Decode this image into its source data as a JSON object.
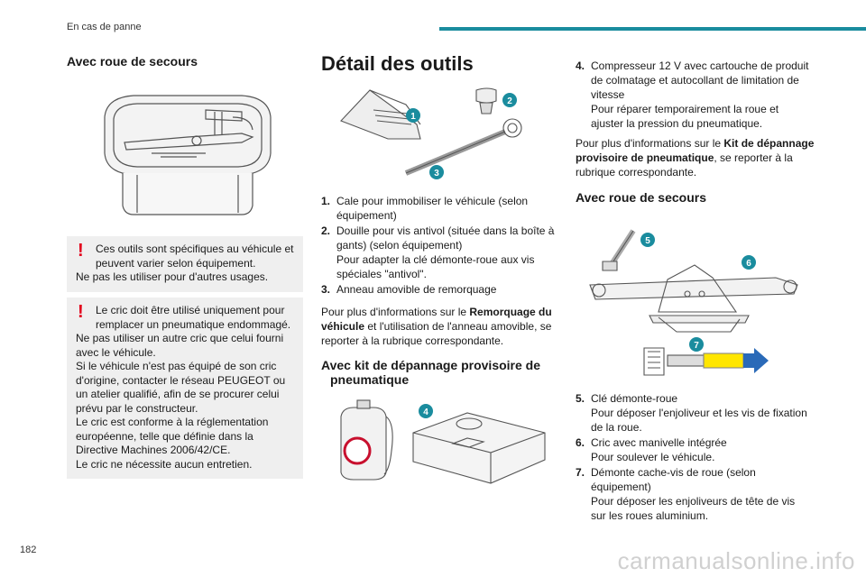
{
  "header": {
    "section": "En cas de panne"
  },
  "page_number": "182",
  "watermark": "carmanualsonline.info",
  "left": {
    "heading": "Avec roue de secours",
    "warning1": {
      "line1": "Ces outils sont spécifiques au véhicule et",
      "line2": "peuvent varier selon équipement.",
      "line3": "Ne pas les utiliser pour d'autres usages."
    },
    "warning2": {
      "lines": [
        "Le cric doit être utilisé uniquement pour",
        "remplacer un pneumatique endommagé.",
        "Ne pas utiliser un autre cric que celui fourni",
        "avec le véhicule.",
        "Si le véhicule n'est pas équipé de son cric",
        "d'origine, contacter le réseau PEUGEOT ou",
        "un atelier qualifié, afin de se procurer celui",
        "prévu par le constructeur.",
        "Le cric est conforme à la réglementation",
        "européenne, telle que définie dans la",
        "Directive Machines 2006/42/CE.",
        "Le cric ne nécessite aucun entretien."
      ]
    }
  },
  "middle": {
    "title": "Détail des outils",
    "badges": [
      "1",
      "2",
      "3",
      "4"
    ],
    "items": [
      {
        "n": "1.",
        "lines": [
          "Cale pour immobiliser le véhicule (selon",
          "équipement)"
        ]
      },
      {
        "n": "2.",
        "lines": [
          "Douille pour vis antivol (située dans la boîte à",
          "gants) (selon équipement)",
          "Pour adapter la clé démonte-roue aux vis",
          "spéciales \"antivol\"."
        ]
      },
      {
        "n": "3.",
        "lines": [
          "Anneau amovible de remorquage"
        ]
      }
    ],
    "ref_text": {
      "pre": "Pour plus d'informations sur le ",
      "bold": "Remorquage du véhicule",
      "post": " et l'utilisation de l'anneau amovible, se reporter à la rubrique correspondante."
    },
    "subheading_line1": "Avec kit de dépannage provisoire de",
    "subheading_line2": "pneumatique"
  },
  "right": {
    "item4": {
      "n": "4.",
      "lines": [
        "Compresseur 12 V avec cartouche de produit",
        "de colmatage et autocollant de limitation de",
        "vitesse",
        "Pour réparer temporairement la roue et",
        "ajuster la pression du pneumatique."
      ]
    },
    "ref_text": {
      "pre": "Pour plus d'informations sur le ",
      "bold": "Kit de dépannage provisoire de pneumatique",
      "post": ", se reporter à la rubrique correspondante."
    },
    "heading": "Avec roue de secours",
    "badges": [
      "5",
      "6",
      "7"
    ],
    "items": [
      {
        "n": "5.",
        "lines": [
          "Clé démonte-roue",
          "Pour déposer l'enjoliveur et les vis de fixation",
          "de la roue."
        ]
      },
      {
        "n": "6.",
        "lines": [
          "Cric avec manivelle intégrée",
          "Pour soulever le véhicule."
        ]
      },
      {
        "n": "7.",
        "lines": [
          "Démonte cache-vis de roue (selon",
          "équipement)",
          "Pour déposer les enjoliveurs de tête de vis",
          "sur les roues aluminium."
        ]
      }
    ]
  },
  "colors": {
    "accent": "#1a8c9e",
    "warning": "#e3001b",
    "box": "#efefef"
  }
}
